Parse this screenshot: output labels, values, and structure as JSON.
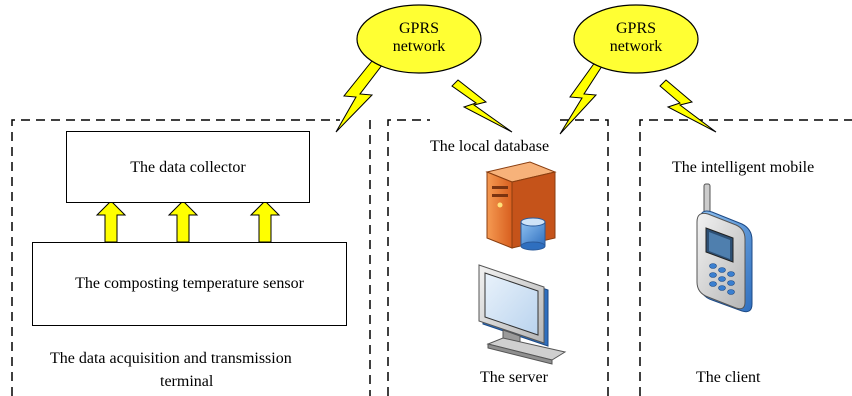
{
  "diagram": {
    "collector_label": "The data collector",
    "sensor_label": "The composting temperature sensor",
    "terminal_label_line1": "The data acquisition and transmission",
    "terminal_label_line2": "terminal",
    "local_database_label": "The local database",
    "server_label": "The server",
    "intelligent_mobile_label": "The intelligent mobile",
    "client_label": "The client",
    "clouds": [
      {
        "line1": "GPRS",
        "line2": "network"
      },
      {
        "line1": "GPRS",
        "line2": "network"
      }
    ],
    "colors": {
      "cloud_fill": "#ffff33",
      "arrow_fill": "#ffff00",
      "lightning_fill": "#ffff00",
      "server_orange": "#e8702a",
      "monitor_blue": "#4a90d9",
      "phone_blue": "#3a7fd0"
    }
  }
}
